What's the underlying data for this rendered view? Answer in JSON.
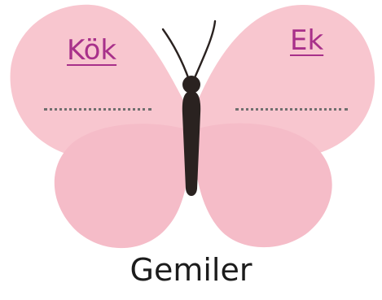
{
  "labels": {
    "root": "Kök",
    "suffix": "Ek"
  },
  "word": "Gemiler",
  "colors": {
    "wing_upper": "#f8c6cf",
    "wing_lower": "#f5bcc8",
    "body": "#2a2220",
    "label_text": "#a8308a",
    "dotted_line": "#6f6f6f"
  }
}
